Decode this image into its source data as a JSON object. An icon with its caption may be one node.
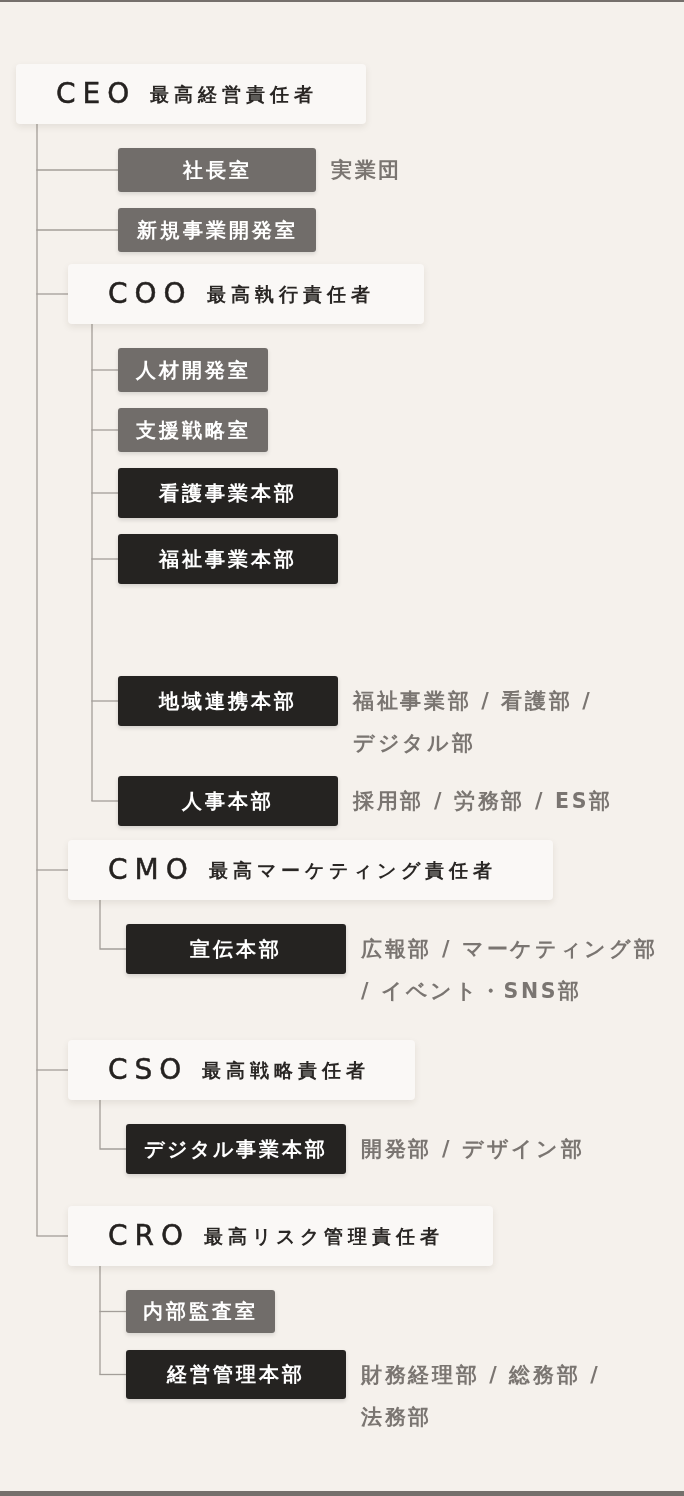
{
  "diagram": {
    "nodes": [
      {
        "text": [
          "CEO",
          "最高経営責任者"
        ]
      },
      {
        "text": [
          "社長室"
        ],
        "beside": [
          "実業団"
        ]
      },
      {
        "text": [
          "新規事業開発室"
        ]
      },
      {
        "text": [
          "COO",
          "最高執行責任者"
        ]
      },
      {
        "text": [
          "人材開発室"
        ]
      },
      {
        "text": [
          "支援戦略室"
        ]
      },
      {
        "text": [
          "看護事業本部"
        ]
      },
      {
        "text": [
          "福祉事業本部"
        ]
      },
      {
        "text": [
          "地域連携本部"
        ],
        "beside": [
          "福祉事業部 / 看護部 / デジタル部"
        ]
      },
      {
        "text": [
          "人事本部"
        ],
        "beside": [
          "採用部 / 労務部 / ES部"
        ]
      },
      {
        "text": [
          "CMO",
          "最高マーケティング責任者"
        ]
      },
      {
        "text": [
          "宣伝本部"
        ],
        "beside": [
          "広報部 / マーケティング部 / イベント・SNS部"
        ]
      },
      {
        "text": [
          "CSO",
          "最高戦略責任者"
        ]
      },
      {
        "text": [
          "デジタル事業本部"
        ],
        "beside": [
          "開発部 / デザイン部"
        ]
      },
      {
        "text": [
          "CRO",
          "最高リスク管理責任者"
        ]
      },
      {
        "text": [
          "内部監査室"
        ]
      },
      {
        "text": [
          "経営管理本部"
        ],
        "beside": [
          "財務経理部 / 総務部 / 法務部"
        ]
      }
    ],
    "edges": [
      {
        "from": 0,
        "to": 1,
        "arrow": "none"
      },
      {
        "from": 0,
        "to": 2,
        "arrow": "none"
      },
      {
        "from": 0,
        "to": 3,
        "arrow": "none"
      },
      {
        "from": 3,
        "to": 4,
        "arrow": "none"
      },
      {
        "from": 3,
        "to": 5,
        "arrow": "none"
      },
      {
        "from": 3,
        "to": 6,
        "arrow": "none"
      },
      {
        "from": 3,
        "to": 7,
        "arrow": "none"
      },
      {
        "from": 3,
        "to": 8,
        "arrow": "none"
      },
      {
        "from": 3,
        "to": 9,
        "arrow": "none"
      },
      {
        "from": 0,
        "to": 10,
        "arrow": "none"
      },
      {
        "from": 10,
        "to": 11,
        "arrow": "none"
      },
      {
        "from": 0,
        "to": 12,
        "arrow": "none"
      },
      {
        "from": 12,
        "to": 13,
        "arrow": "none"
      },
      {
        "from": 0,
        "to": 14,
        "arrow": "none"
      },
      {
        "from": 14,
        "to": 15,
        "arrow": "none"
      },
      {
        "from": 14,
        "to": 16,
        "arrow": "none"
      }
    ]
  }
}
